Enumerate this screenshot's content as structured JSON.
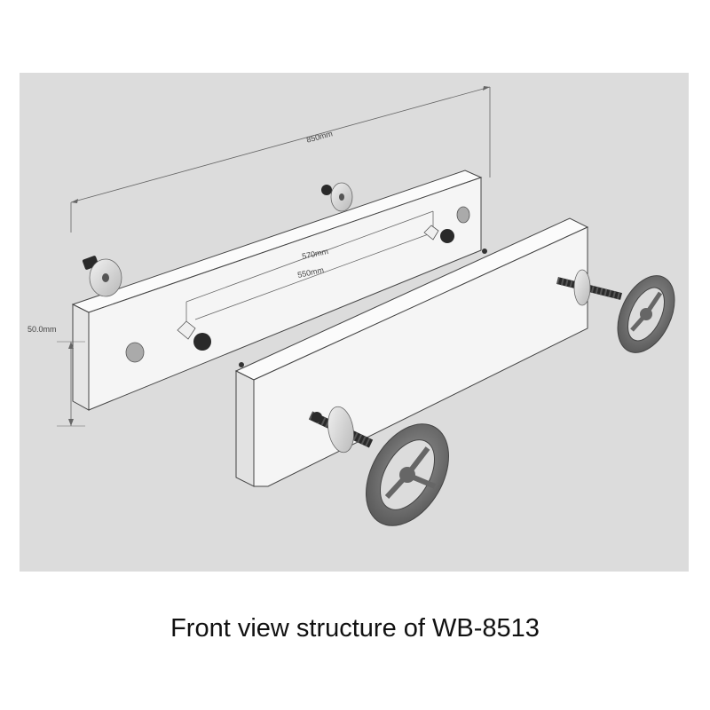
{
  "dimensions": {
    "overall_length": "850mm",
    "screw_spacing_outer": "570mm",
    "screw_spacing_inner": "550mm",
    "board_height": "50.0mm"
  },
  "caption": "Front view structure of WB-8513",
  "colors": {
    "panel_background": "#dcdcdc",
    "board_face": "#f4f4f4",
    "board_top": "#fafafa",
    "hardware_dark": "#2a2a2a",
    "handwheel_grey": "#777777"
  }
}
